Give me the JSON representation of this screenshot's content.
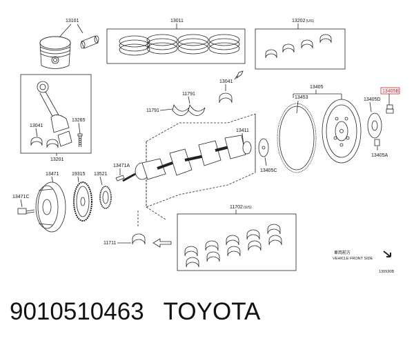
{
  "parts": {
    "p13101": "13101",
    "p13011": "13011",
    "p13202": "13202",
    "p13202_note": "(U/S)",
    "p13041a": "13041",
    "p13041b": "13041",
    "p13265": "13265",
    "p13201": "13201",
    "p11791a": "11791",
    "p11791b": "11791",
    "p13411": "13411",
    "p13405": "13405",
    "p13453": "13453",
    "p13405B": "13405B",
    "p13405D": "13405D",
    "p13405C": "13405C",
    "p13405A": "13405A",
    "p13471": "13471",
    "p19315": "19315",
    "p13521": "13521",
    "p13471A": "13471A",
    "p13471C": "13471C",
    "p11702": "11702",
    "p11702_note": "(U/S)",
    "p11711": "11711"
  },
  "legend": {
    "jp": "車両前方",
    "en": "VEHICLE FRONT SIDE"
  },
  "drawing_id": "130930B",
  "caption": {
    "part_number": "9010510463",
    "brand": "TOYOTA"
  },
  "colors": {
    "line": "#222222",
    "highlight_box": "#d0202a"
  }
}
